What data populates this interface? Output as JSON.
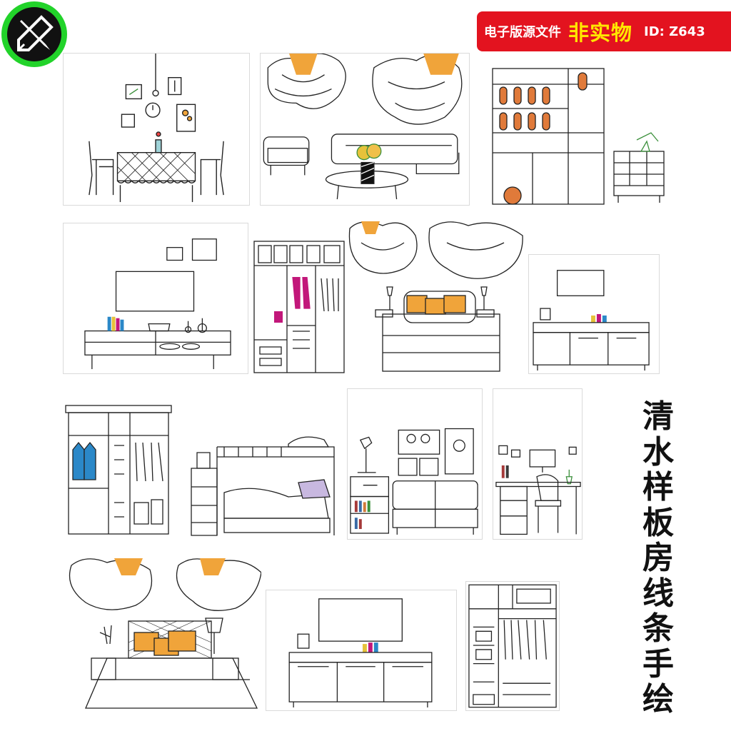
{
  "logo": {
    "icon": "pencil-ruler-icon",
    "ring_color": "#22d32a",
    "disc_color": "#111111"
  },
  "banner": {
    "part1": "电子版源文件",
    "part2": "非实物",
    "part3": "ID: Z643",
    "bg_color": "#e3131f",
    "highlight_color": "#ffe600"
  },
  "title_vertical": [
    "清",
    "水",
    "样",
    "板",
    "房",
    "线",
    "条",
    "手",
    "绘"
  ],
  "panels": [
    {
      "id": "dining-room",
      "content": "dining table with chairs, pendant lamp, wall frames, clock"
    },
    {
      "id": "living-room",
      "content": "sofa set with coffee table and flower mural"
    },
    {
      "id": "display-cabinet",
      "content": "glass cabinet with bottles and chest of drawers"
    },
    {
      "id": "tv-console",
      "content": "tv console with frame, books and vases"
    },
    {
      "id": "wardrobe-small",
      "content": "wardrobe with hanging clothes and bags"
    },
    {
      "id": "bedroom-flowers",
      "content": "double bed with lamps and flower mural"
    },
    {
      "id": "dresser-mirror",
      "content": "low cabinet with mirror and cosmetics"
    },
    {
      "id": "wardrobe-large",
      "content": "open wardrobe with blue shirts"
    },
    {
      "id": "bunk-bed",
      "content": "bunk bed with stair drawers"
    },
    {
      "id": "kids-bedroom",
      "content": "bed with nightstand, bookshelf, desk lamp, photo frames"
    },
    {
      "id": "study-desk",
      "content": "desk with monitor, chair and cactus"
    },
    {
      "id": "master-bedroom",
      "content": "bed with headboard, lamps and flower mural"
    },
    {
      "id": "tv-cabinet",
      "content": "long cabinet with screen and cosmetics"
    },
    {
      "id": "closet",
      "content": "closet with shelves and hanging clothes"
    }
  ],
  "colors": {
    "orange": "#f0a43a",
    "blue": "#2b88c8",
    "magenta": "#c2177a",
    "line": "#222222"
  }
}
